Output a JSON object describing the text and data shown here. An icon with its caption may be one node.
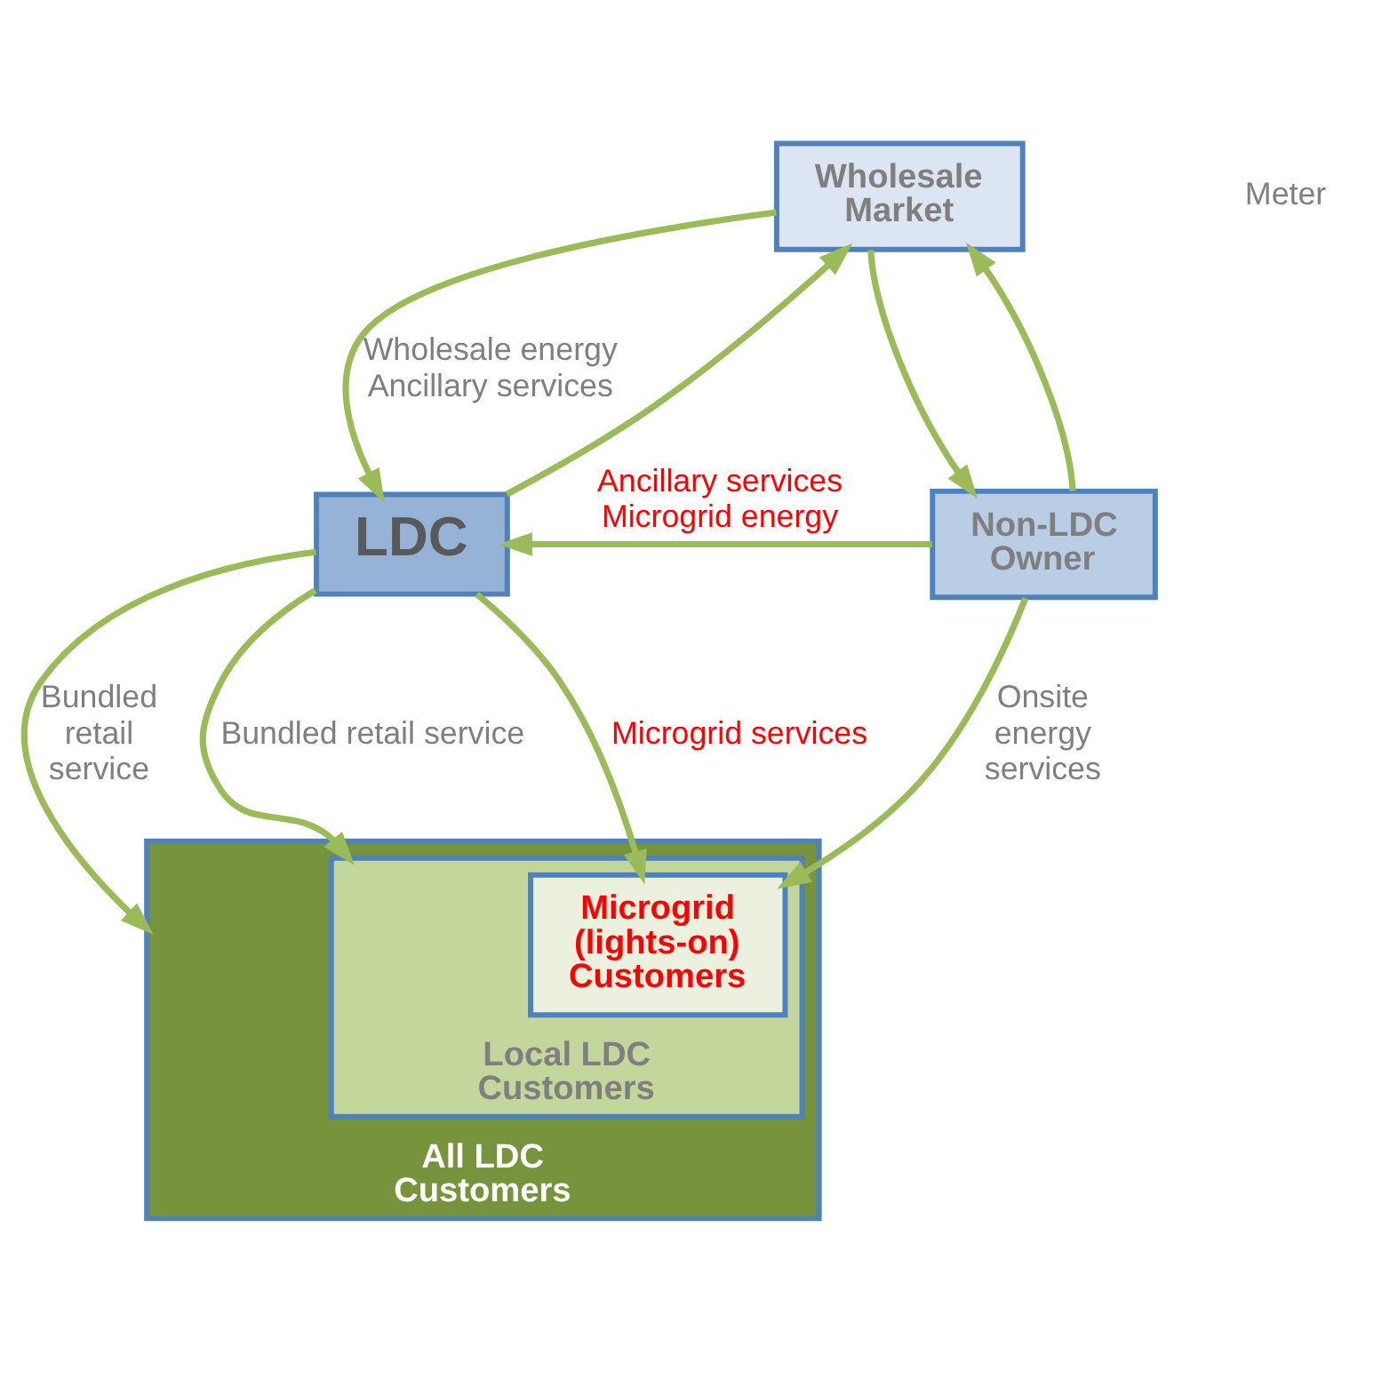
{
  "diagram": {
    "nodes": [
      {
        "text": [
          "Wholesale Market"
        ]
      },
      {
        "text": [
          "LDC"
        ]
      },
      {
        "text": [
          "Non-LDC Owner"
        ]
      },
      {
        "text": [
          "All LDC Customers"
        ]
      },
      {
        "text": [
          "Local LDC Customers"
        ],
        "in": 3
      },
      {
        "text": [
          "Microgrid (lights-on) Customers"
        ],
        "in": 4
      }
    ],
    "edges": [
      {
        "from": 0,
        "to": 1,
        "arrow": "to",
        "label": "Wholesale energy Ancillary services"
      },
      {
        "from": 0,
        "to": 2,
        "arrow": "to"
      },
      {
        "from": 1,
        "to": 0,
        "arrow": "to"
      },
      {
        "from": 2,
        "to": 0,
        "arrow": "to"
      },
      {
        "from": 2,
        "to": 1,
        "arrow": "to",
        "label": "Ancillary services Microgrid energy"
      },
      {
        "from": 1,
        "to": 3,
        "arrow": "to",
        "label": "Bundled retail service"
      },
      {
        "from": 1,
        "to": 4,
        "arrow": "to",
        "label": "Bundled retail service"
      },
      {
        "from": 1,
        "to": 5,
        "arrow": "to",
        "label": "Microgrid services"
      },
      {
        "from": 2,
        "to": 5,
        "arrow": "to",
        "label": "Onsite energy services"
      }
    ],
    "labels": [
      "Meter"
    ]
  }
}
